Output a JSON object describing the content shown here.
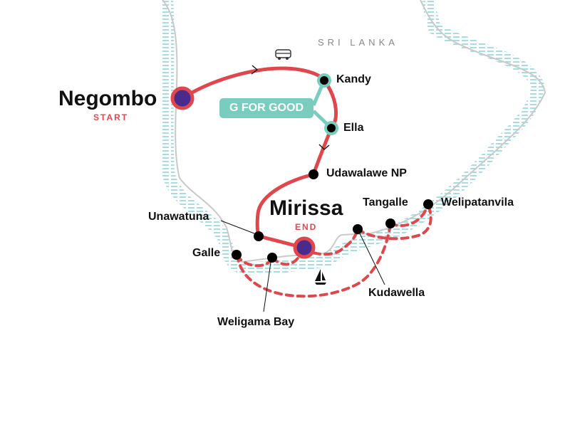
{
  "country_label": "SRI LANKA",
  "start": {
    "name": "Negombo",
    "tag": "START"
  },
  "end": {
    "name": "Mirissa",
    "tag": "END"
  },
  "g_for_good_badge": "G FOR GOOD",
  "stops": [
    "Kandy",
    "Ella",
    "Udawalawe NP",
    "Unawatuna",
    "Galle",
    "Weligama Bay",
    "Kudawella",
    "Tangalle",
    "Welipatanvila"
  ],
  "icons": [
    "bus-icon",
    "sailboat-icon"
  ],
  "colors": {
    "route": "#e0474c",
    "endpoint": "#4a2a8c",
    "g_for_good": "#79cdbf",
    "coast": "#c9c9c9",
    "water": "#a9dce0"
  }
}
